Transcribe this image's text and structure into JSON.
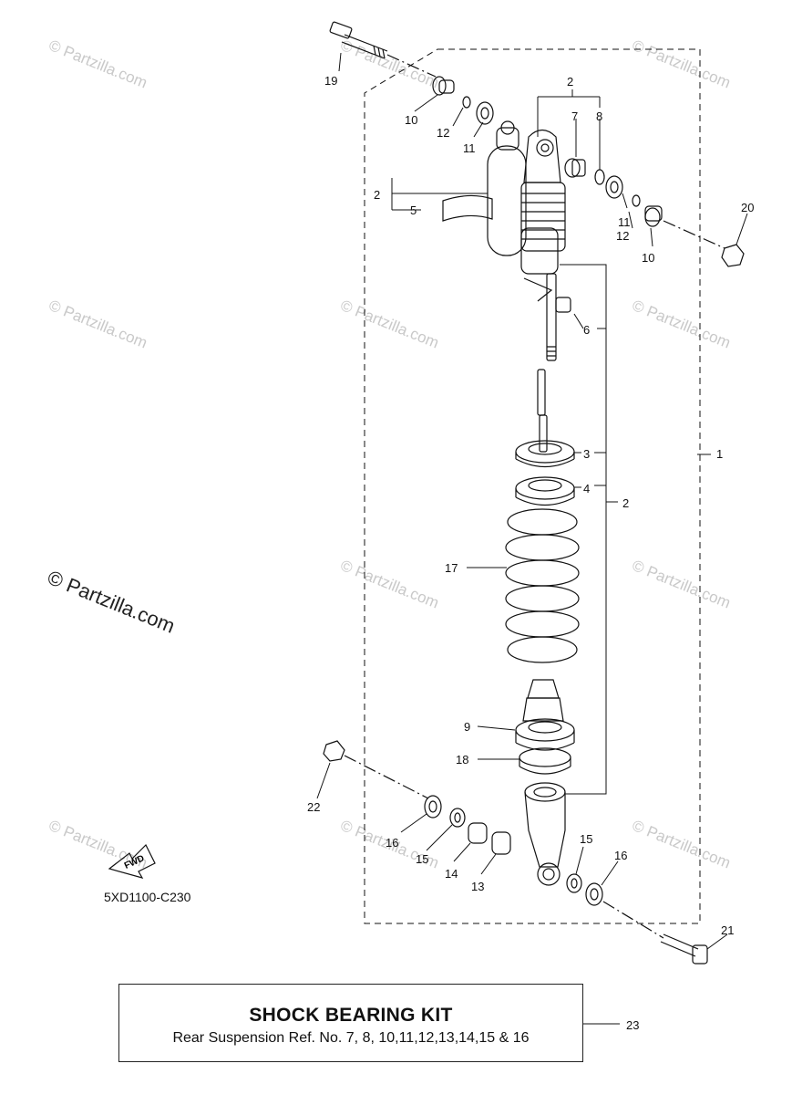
{
  "watermark": {
    "small": "© Partzilla.com",
    "main": "© Partzilla.com"
  },
  "diagram_code": "5XD1100-C230",
  "fwd_label": "FWD",
  "kit": {
    "title": "SHOCK BEARING KIT",
    "subtitle": "Rear Suspension Ref. No. 7, 8, 10,11,12,13,14,15 & 16"
  },
  "callouts": {
    "c1": "1",
    "c2a": "2",
    "c2b": "2",
    "c2c": "2",
    "c3": "3",
    "c4": "4",
    "c5": "5",
    "c6": "6",
    "c7": "7",
    "c8": "8",
    "c9": "9",
    "c10a": "10",
    "c10b": "10",
    "c11a": "11",
    "c11b": "11",
    "c12a": "12",
    "c12b": "12",
    "c13": "13",
    "c14": "14",
    "c15a": "15",
    "c15b": "15",
    "c16a": "16",
    "c16b": "16",
    "c17": "17",
    "c18": "18",
    "c19": "19",
    "c20": "20",
    "c21": "21",
    "c22": "22",
    "c23": "23"
  }
}
